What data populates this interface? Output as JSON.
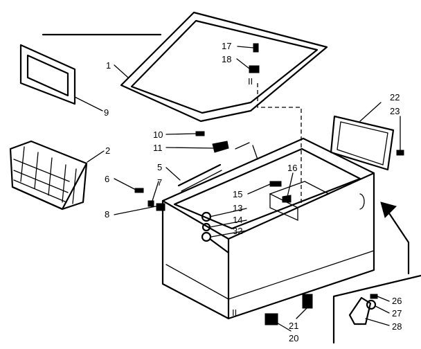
{
  "callouts": [
    "1",
    "2",
    "5",
    "6",
    "7",
    "8",
    "9",
    "10",
    "11",
    "13",
    "14",
    "15",
    "16",
    "17",
    "18",
    "20",
    "21",
    "22",
    "23",
    "26",
    "27",
    "28",
    "32"
  ],
  "marks": {
    "hinge_mark": "II",
    "bottom_mark": "II"
  },
  "colors": {
    "ink": "#000000",
    "paper": "#ffffff"
  }
}
